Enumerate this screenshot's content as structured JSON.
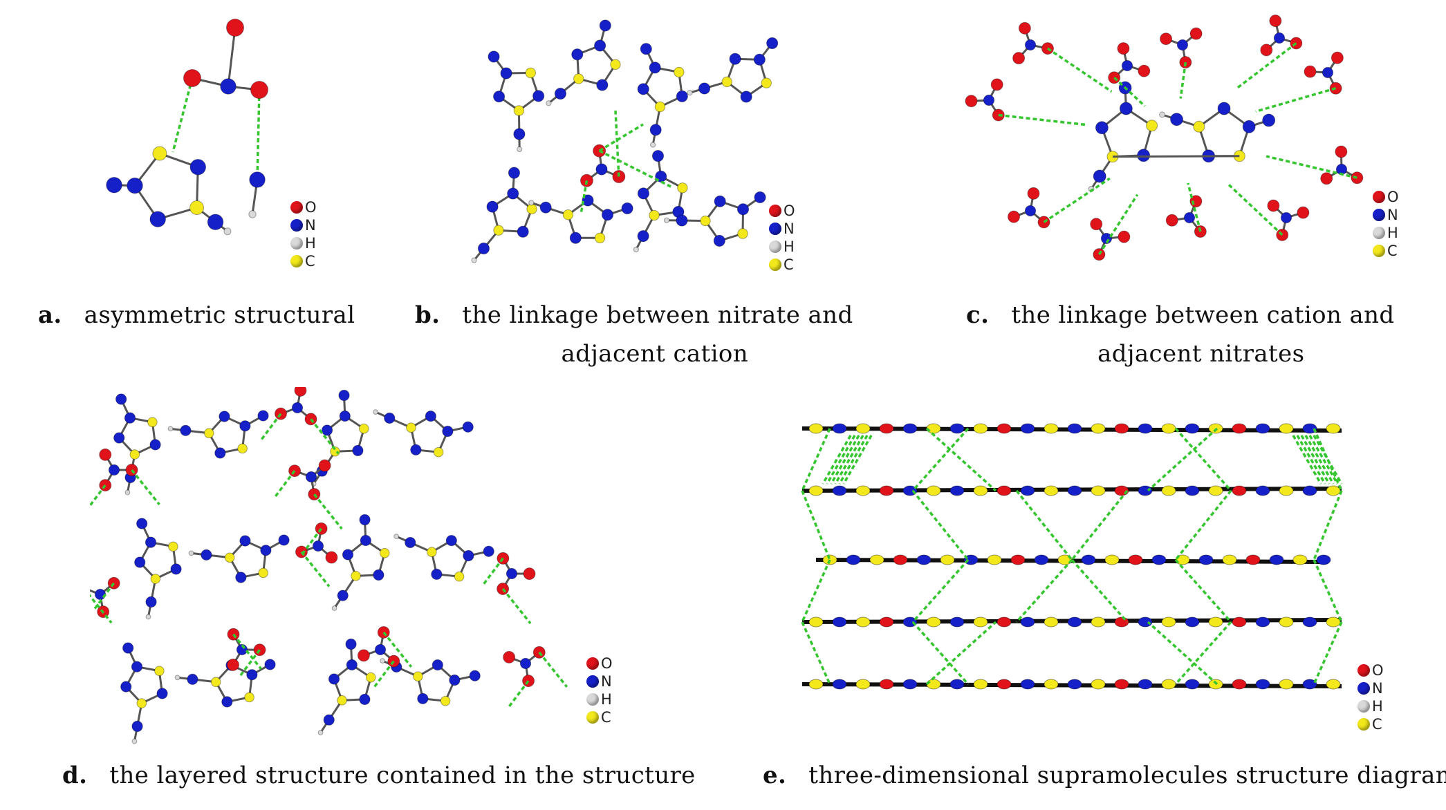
{
  "panels": [
    {
      "tag": "a.",
      "caption": "asymmetric structural",
      "caption_line2": ""
    },
    {
      "tag": "b.",
      "caption": "the linkage between nitrate and",
      "caption_line2": "adjacent cation"
    },
    {
      "tag": "c.",
      "caption": "the linkage between cation and",
      "caption_line2": "adjacent nitrates"
    },
    {
      "tag": "d.",
      "caption": "the layered structure contained in the structure",
      "caption_line2": ""
    },
    {
      "tag": "e.",
      "caption": "three-dimensional supramolecules structure diagram",
      "caption_line2": ""
    }
  ],
  "legend": [
    {
      "symbol": "O",
      "color": "#e0131b"
    },
    {
      "symbol": "N",
      "color": "#1620c8"
    },
    {
      "symbol": "H",
      "color": "#d9d9d9"
    },
    {
      "symbol": "C",
      "color": "#f2e81b"
    }
  ],
  "colors": {
    "bond": "#555555",
    "hbond": "#35c62f",
    "framework_bond": "#111111"
  }
}
